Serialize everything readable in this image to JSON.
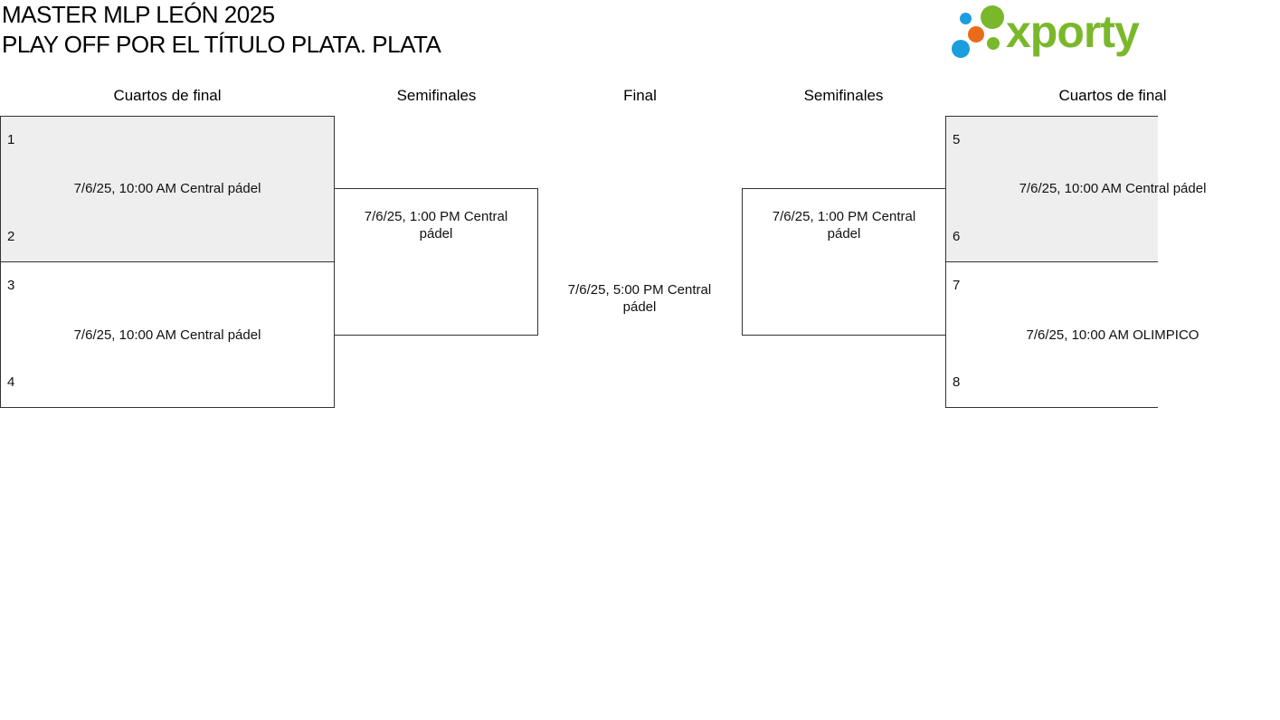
{
  "header": {
    "title_line1": "MASTER MLP LEÓN 2025",
    "title_line2": "PLAY OFF POR EL TÍTULO PLATA. PLATA"
  },
  "logo": {
    "wordmark": "xporty",
    "colors": {
      "green": "#7ab82b",
      "blue": "#1a9ee0",
      "orange": "#ea6c1a"
    }
  },
  "rounds": {
    "left_qf": "Cuartos de final",
    "left_sf": "Semifinales",
    "final": "Final",
    "right_sf": "Semifinales",
    "right_qf": "Cuartos de final"
  },
  "matches": {
    "qf1": {
      "seed_top": "1",
      "seed_bottom": "2",
      "info": "7/6/25, 10:00 AM Central pádel"
    },
    "qf2": {
      "seed_top": "3",
      "seed_bottom": "4",
      "info": "7/6/25, 10:00 AM Central pádel"
    },
    "qf3": {
      "seed_top": "5",
      "seed_bottom": "6",
      "info": "7/6/25, 10:00 AM Central pádel"
    },
    "qf4": {
      "seed_top": "7",
      "seed_bottom": "8",
      "info": "7/6/25, 10:00 AM OLIMPICO"
    },
    "sf1": {
      "info": "7/6/25, 1:00 PM Central pádel"
    },
    "sf2": {
      "info": "7/6/25, 1:00 PM Central pádel"
    },
    "final": {
      "info": "7/6/25, 5:00 PM Central pádel"
    }
  },
  "colors": {
    "highlight_bg": "#eeeeee",
    "border": "#333333"
  }
}
